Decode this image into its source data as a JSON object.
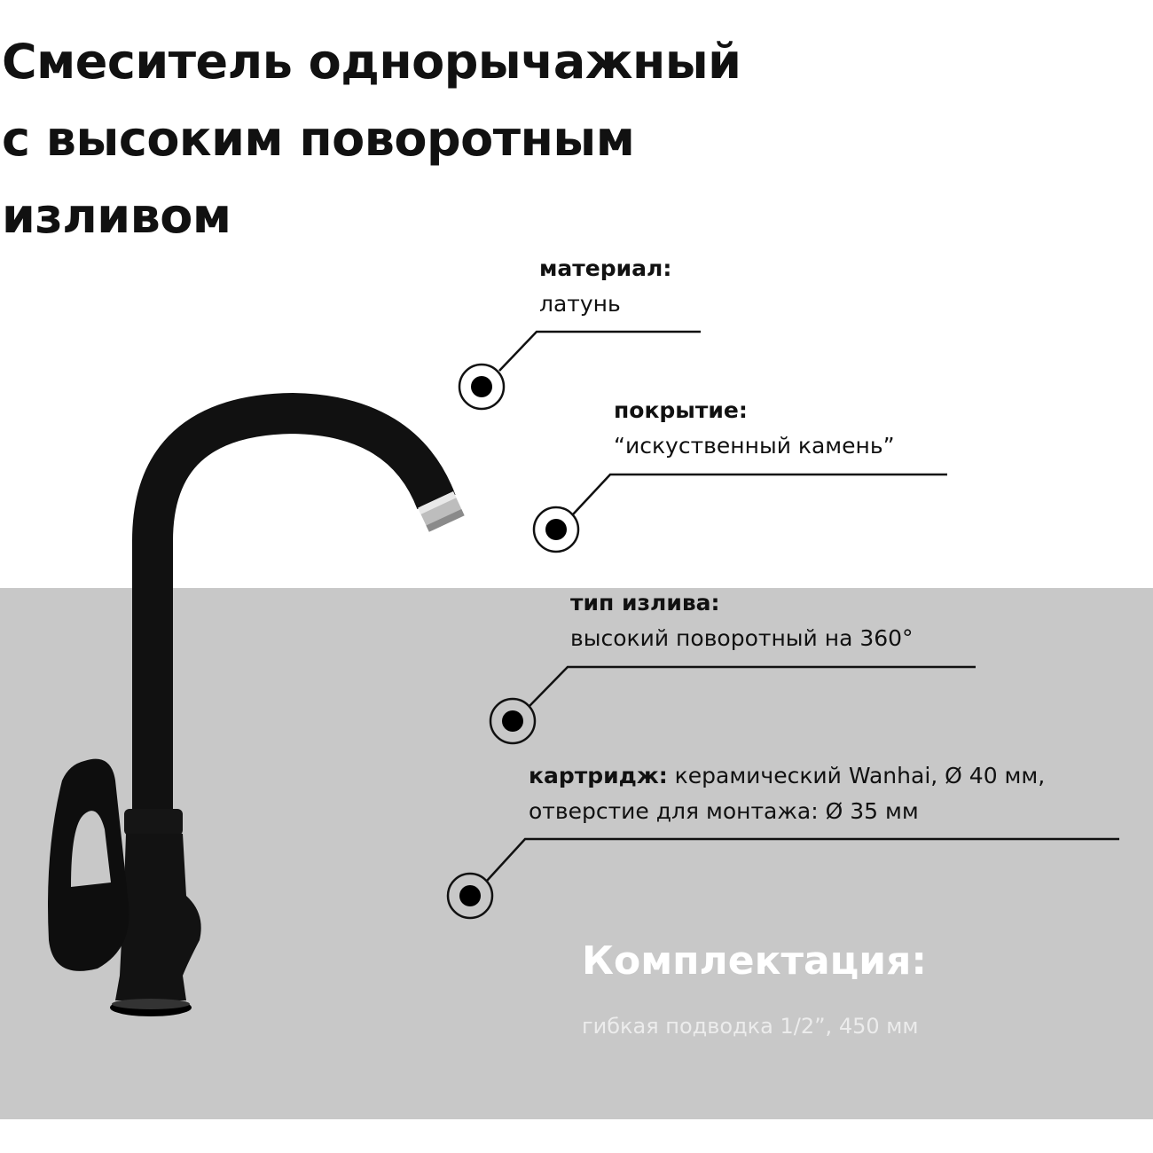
{
  "title": {
    "lines": [
      "Смеситель однорычажный",
      "с высоким поворотным",
      "изливом"
    ]
  },
  "specs": [
    {
      "label": "материал:",
      "value": "латунь"
    },
    {
      "label": "покрытие:",
      "value": "“искуственный камень”"
    },
    {
      "label": "тип излива:",
      "value": "высокий поворотный на 360°"
    },
    {
      "label": "картридж:",
      "value": "керамический Wanhai, Ø 40 мм,",
      "value2": "отверстие для монтажа: Ø 35 мм"
    }
  ],
  "kit": {
    "title": "Комплектация:",
    "text": "гибкая подводка 1/2”, 450 мм"
  },
  "colors": {
    "panel": "#c8c8c8",
    "product": "#111111",
    "chrome": "#c0c0c0"
  }
}
